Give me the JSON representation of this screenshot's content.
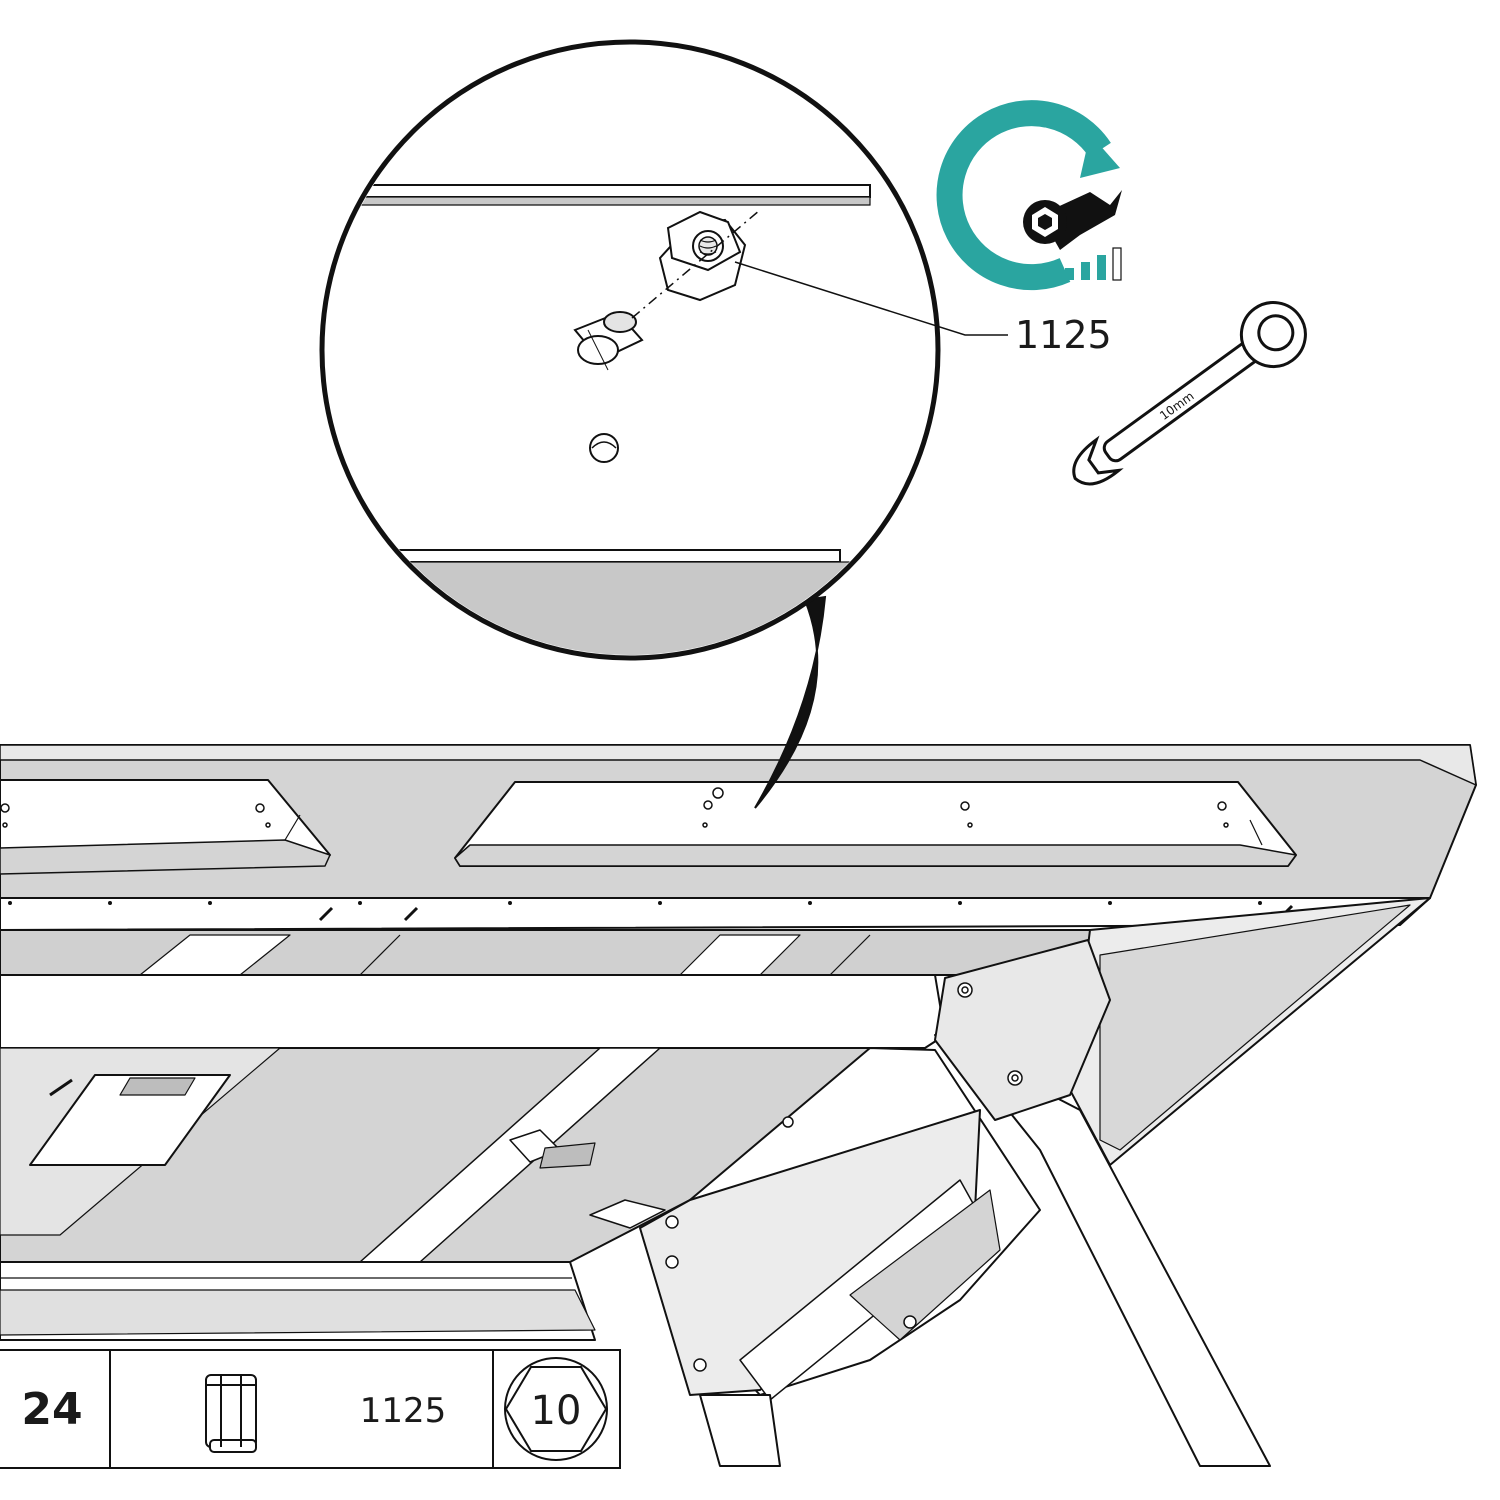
{
  "detail": {
    "part_label": "1125"
  },
  "tool": {
    "wrench_size": "10mm",
    "torque_icon": "torque-wrench-icon",
    "torque_level": 0.8,
    "accent_color": "#2aa5a0"
  },
  "parts_table": {
    "quantity": "24",
    "part_icon": "flange-nut-icon",
    "part_code": "1125",
    "socket_size": "10"
  }
}
